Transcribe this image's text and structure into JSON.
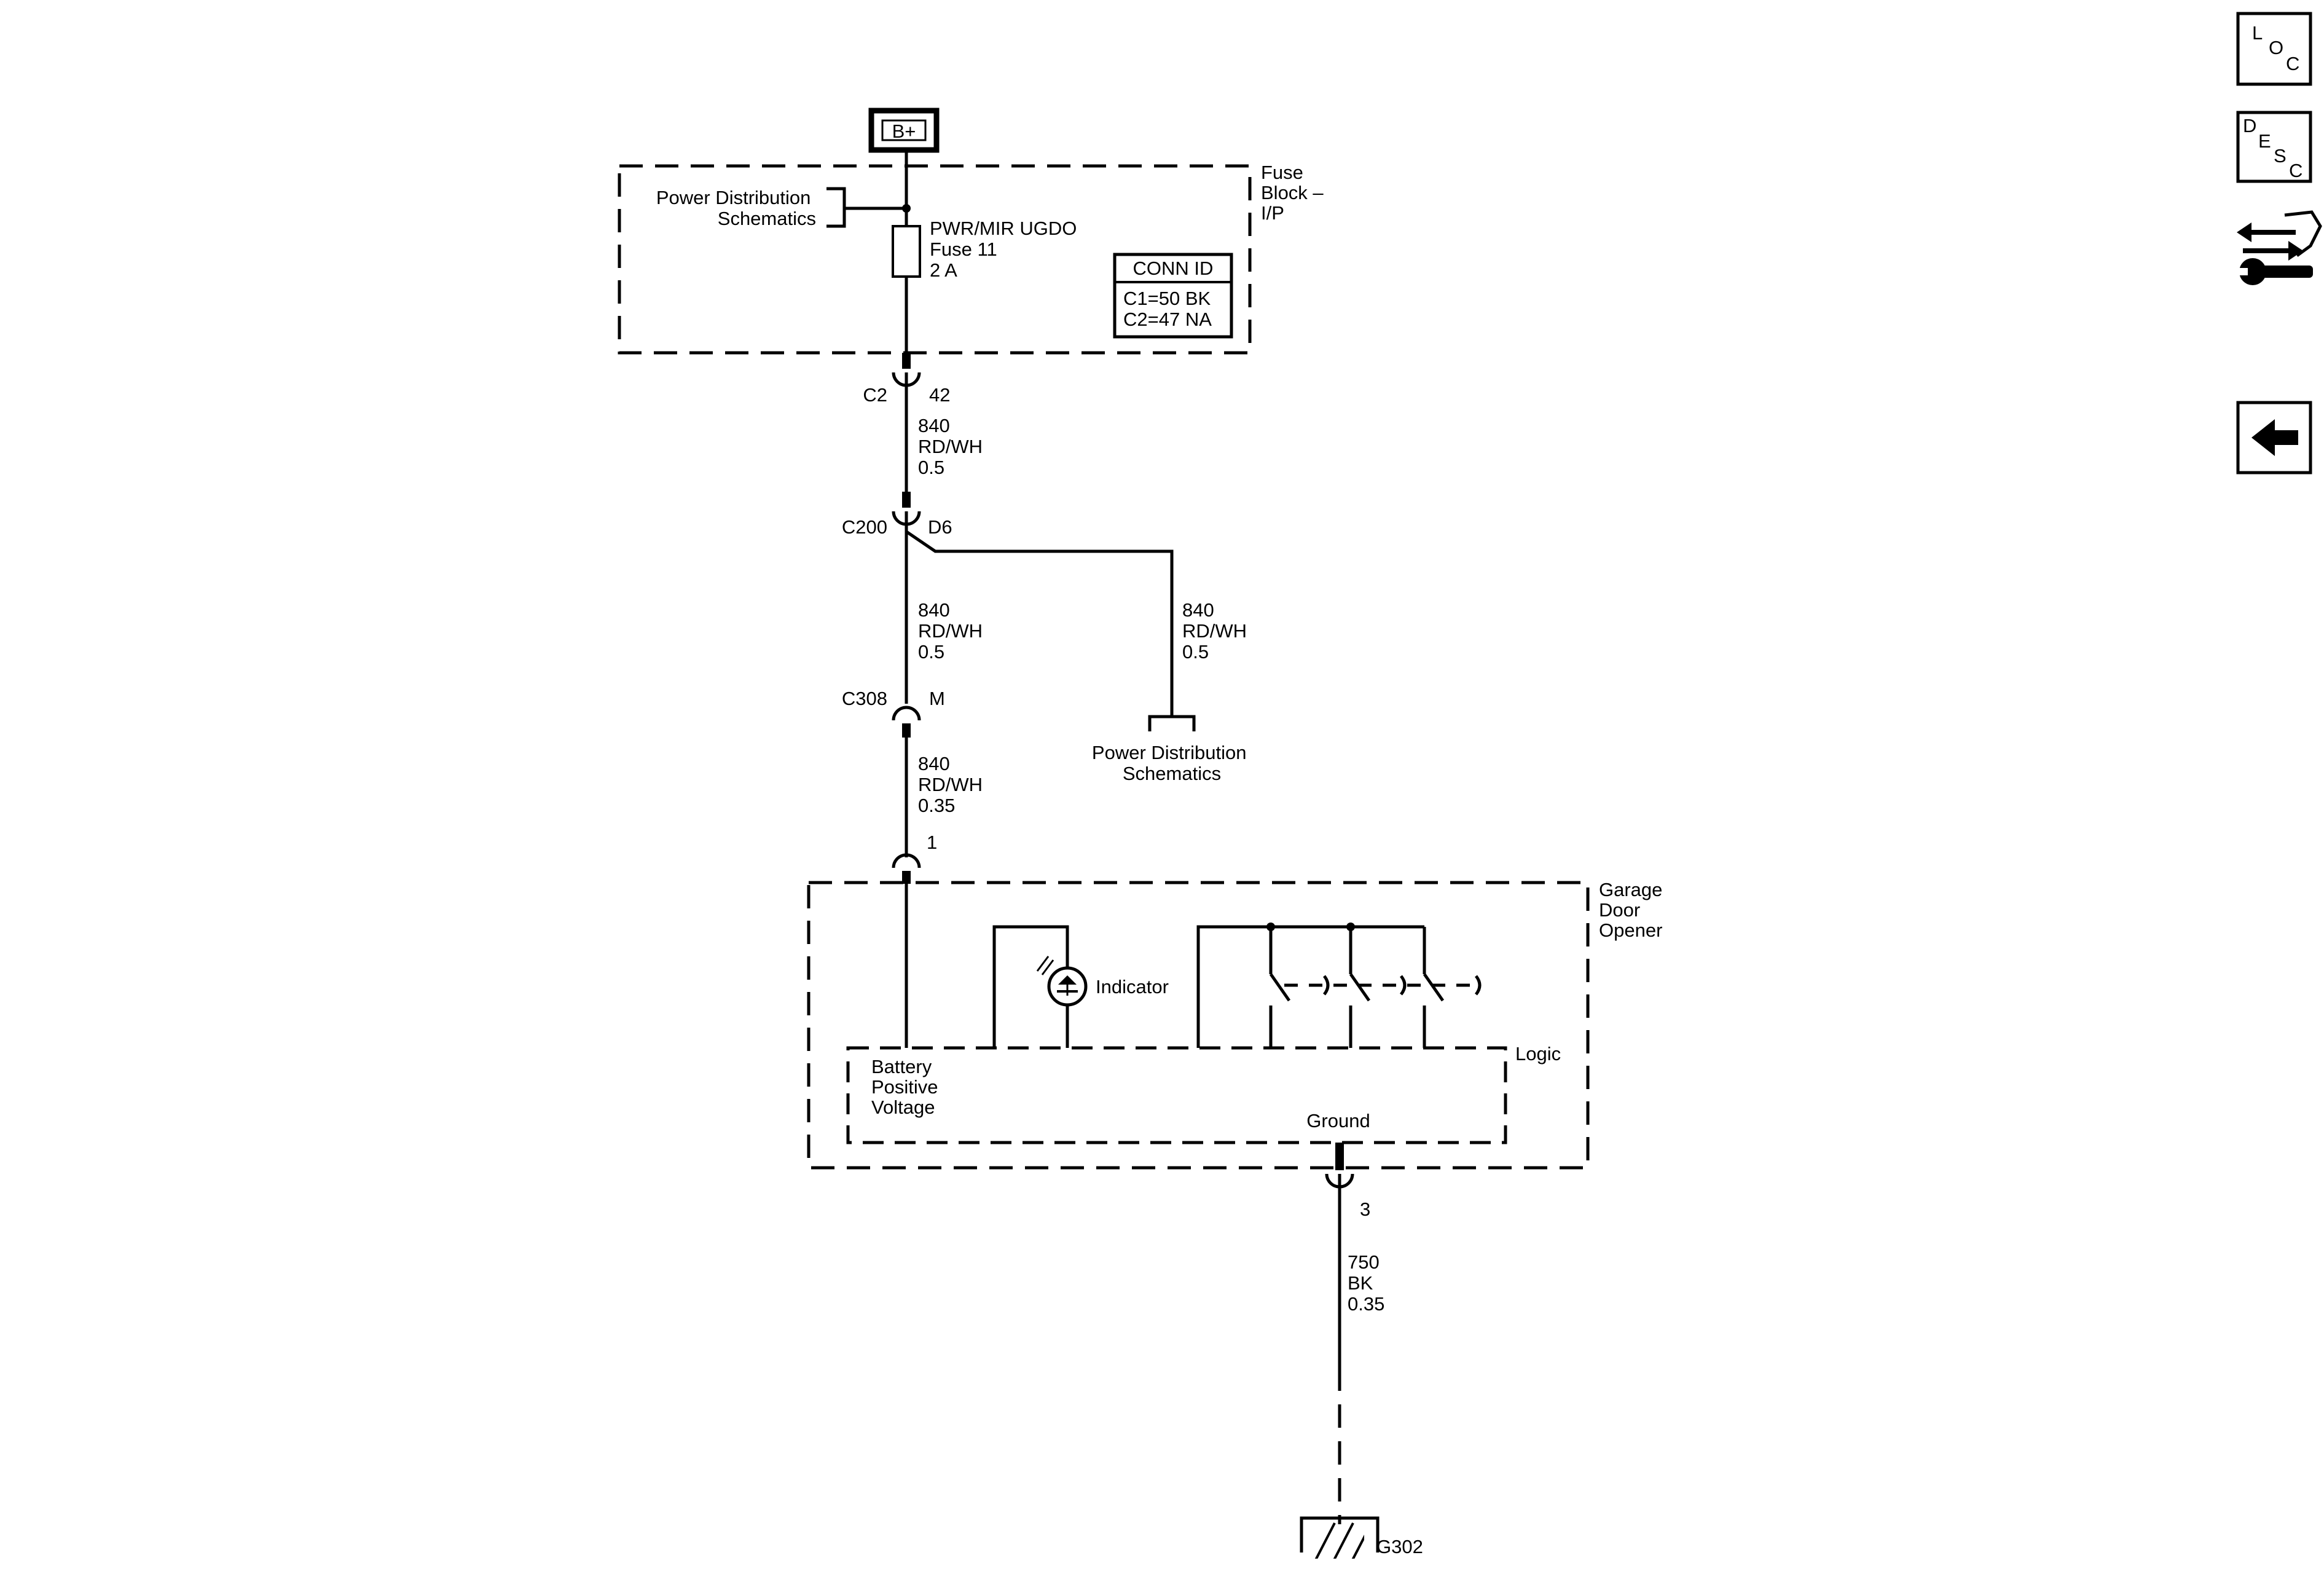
{
  "power": {
    "source_label": "B+"
  },
  "fuse_block": {
    "name_lines": [
      "Fuse",
      "Block –",
      "I/P"
    ],
    "pds_lines": [
      "Power Distribution",
      "Schematics"
    ],
    "fuse_lines": [
      "PWR/MIR UGDO",
      "Fuse 11",
      "2 A"
    ],
    "conn_id_title": "CONN ID",
    "conn_id_lines": [
      "C1=50 BK",
      "C2=47 NA"
    ]
  },
  "connectors": {
    "c2": {
      "name": "C2",
      "pin": "42"
    },
    "c200": {
      "name": "C200",
      "pin": "D6"
    },
    "c308": {
      "name": "C308",
      "pin": "M"
    },
    "opener_pin1": {
      "pin": "1"
    },
    "opener_pin3": {
      "pin": "3"
    }
  },
  "wires": {
    "seg1": [
      "840",
      "RD/WH",
      "0.5"
    ],
    "seg2": [
      "840",
      "RD/WH",
      "0.5"
    ],
    "branch": [
      "840",
      "RD/WH",
      "0.5"
    ],
    "seg3": [
      "840",
      "RD/WH",
      "0.35"
    ],
    "ground": [
      "750",
      "BK",
      "0.35"
    ]
  },
  "branch_pds_lines": [
    "Power Distribution",
    "Schematics"
  ],
  "garage_door_opener": {
    "name_lines": [
      "Garage",
      "Door",
      "Opener"
    ],
    "indicator_label": "Indicator",
    "logic_label": "Logic",
    "battery_lines": [
      "Battery",
      "Positive",
      "Voltage"
    ],
    "ground_label": "Ground"
  },
  "ground": {
    "name": "G302"
  },
  "nav": {
    "loc": [
      "L",
      "O",
      "C"
    ],
    "desc": [
      "D",
      "E",
      "S",
      "C"
    ],
    "icons": [
      "connector-tool-icon",
      "back-arrow-icon"
    ]
  }
}
